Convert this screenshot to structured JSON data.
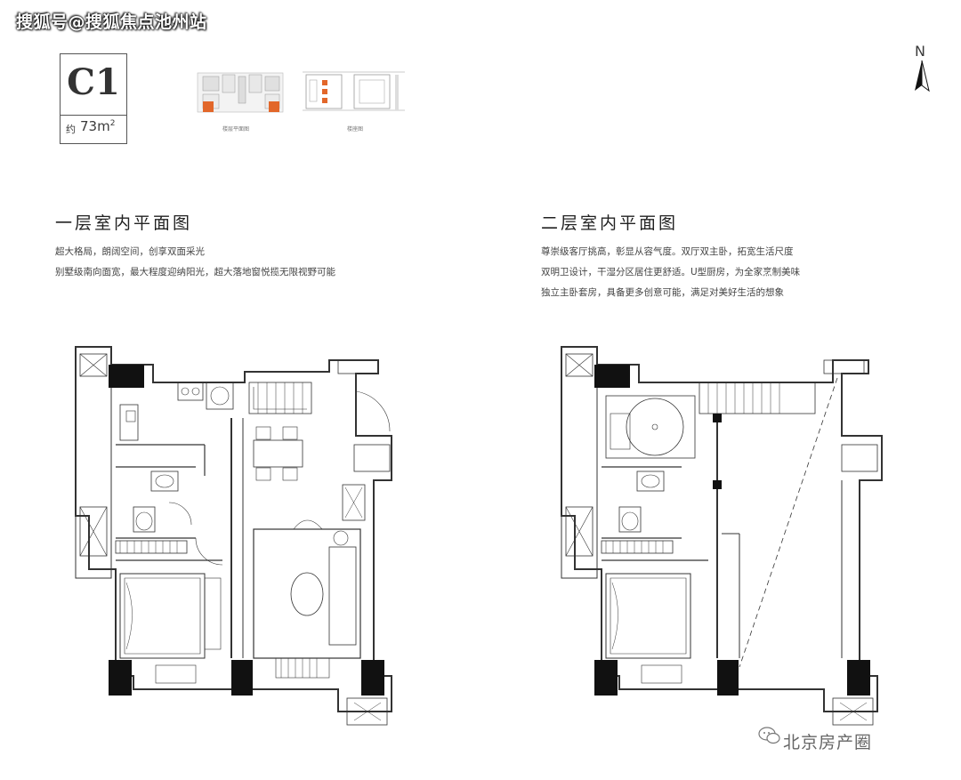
{
  "watermark": "搜狐号@搜狐焦点池州站",
  "unit": {
    "code": "C1",
    "area_prefix": "约",
    "area_value": "73m",
    "area_sup": "2"
  },
  "thumbnails": {
    "building_caption": "楼层平面图",
    "site_caption": "楼座图"
  },
  "compass": {
    "north": "N"
  },
  "floor1": {
    "title": "一层室内平面图",
    "lines": [
      "超大格局，朗阔空间，创享双面采光",
      "别墅级南向面宽，最大程度迎纳阳光，超大落地窗悦揽无限视野可能"
    ]
  },
  "floor2": {
    "title": "二层室内平面图",
    "lines": [
      "尊崇级客厅挑高，彰显从容气度。双厅双主卧，拓宽生活尺度",
      "双明卫设计，干湿分区居住更舒适。U型厨房，为全家烹制美味",
      "独立主卧套房，具备更多创意可能，满足对美好生活的想象"
    ]
  },
  "source_mark": "北京房产圈",
  "colors": {
    "accent": "#e2672a",
    "wall": "#111111",
    "line": "#333333"
  }
}
